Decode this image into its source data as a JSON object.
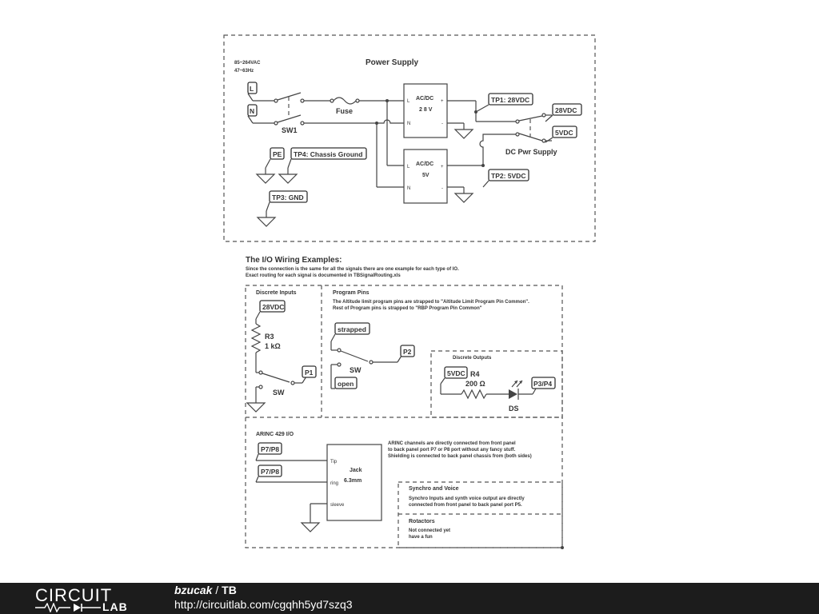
{
  "power": {
    "title": "Power Supply",
    "input_v": "85~264VAC",
    "input_f": "47~63Hz",
    "L": "L",
    "N": "N",
    "sw1": "SW1",
    "fuse": "Fuse",
    "psu1": {
      "name": "AC/DC",
      "v": "28V",
      "l": "L",
      "n": "N",
      "plus": "+",
      "minus": "-"
    },
    "psu2": {
      "name": "AC/DC",
      "v": "5V",
      "l": "L",
      "n": "N",
      "plus": "+",
      "minus": "-"
    },
    "tp1": "TP1: 28VDC",
    "tp2": "TP2: 5VDC",
    "tp3": "TP3: GND",
    "tp4": "TP4: Chassis Ground",
    "pe": "PE",
    "out28": "28VDC",
    "out5": "5VDC",
    "dc_switch": "DC Pwr Supply"
  },
  "io": {
    "title": "The I/O Wiring Examples:",
    "desc1": "Since the connection is the same for all the signals there are one example for each type of IO.",
    "desc2": "Exact routing for each signal is documented in TBSignalRouting.xls"
  },
  "discrete_in": {
    "title": "Discrete Inputs",
    "src": "28VDC",
    "r_name": "R3",
    "r_val": "1 kΩ",
    "port": "P1",
    "sw": "SW"
  },
  "program": {
    "title": "Program Pins",
    "desc1": "The Altitude limit program pins are strapped to \"Altitude Limit Program Pin Common\".",
    "desc2": "Rest of Program pins is strapped to \"RBP Program Pin Common\"",
    "strapped": "strapped",
    "open": "open",
    "port": "P2",
    "sw": "SW"
  },
  "discrete_out": {
    "title": "Discrete Outputs",
    "src": "5VDC",
    "r_name": "R4",
    "r_val": "200 Ω",
    "port": "P3/P4",
    "led": "DS"
  },
  "arinc": {
    "title": "ARINC 429 I/O",
    "port1": "P7/P8",
    "port2": "P7/P8",
    "jack1": "Jack",
    "jack2": "6.3mm",
    "tip": "Tip",
    "ring": "ring",
    "sleeve": "sleeve",
    "desc1": "ARINC channels are directly connected from front panel",
    "desc2": "to back panel port P7 or P8 port without any fancy stuff.",
    "desc3": "Shielding is connected to back panel chassis from (both sides)"
  },
  "synchro": {
    "title": "Synchro and Voice",
    "desc1": "Synchro Inputs and synth voice output are directly",
    "desc2": "connected from front panel to back panel port P5."
  },
  "rotactors": {
    "title": "Rotactors",
    "desc1": "Not connected yet",
    "desc2": "have a fun"
  },
  "footer": {
    "logo_top": "CIRCUIT",
    "logo_bottom": "LAB",
    "user": "bzucak",
    "sep": " / ",
    "project": "TB",
    "url": "http://circuitlab.com/cgqhh5yd7szq3"
  }
}
